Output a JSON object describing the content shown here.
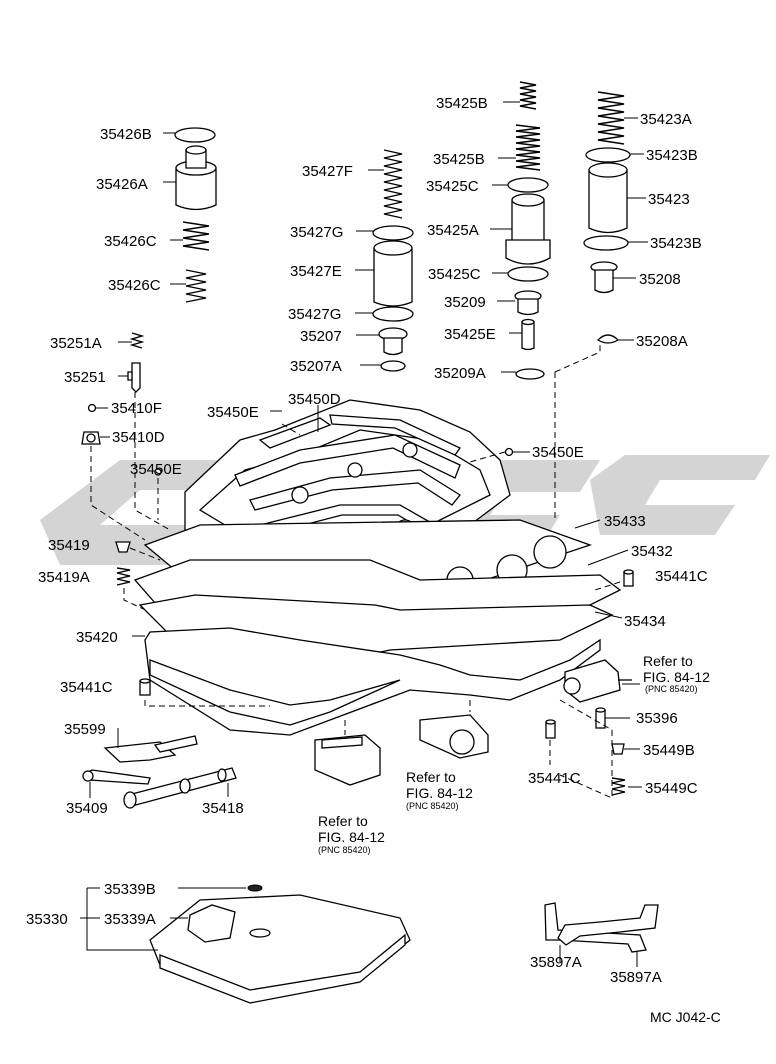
{
  "parts": {
    "p35426B": "35426B",
    "p35426A": "35426A",
    "p35426C_1": "35426C",
    "p35426C_2": "35426C",
    "p35427F": "35427F",
    "p35427G_1": "35427G",
    "p35427E": "35427E",
    "p35427G_2": "35427G",
    "p35207": "35207",
    "p35207A": "35207A",
    "p35425B_1": "35425B",
    "p35425B_2": "35425B",
    "p35425C_1": "35425C",
    "p35425A": "35425A",
    "p35425C_2": "35425C",
    "p35209": "35209",
    "p35425E": "35425E",
    "p35209A": "35209A",
    "p35423A": "35423A",
    "p35423B_1": "35423B",
    "p35423": "35423",
    "p35423B_2": "35423B",
    "p35208": "35208",
    "p35208A": "35208A",
    "p35251A": "35251A",
    "p35251": "35251",
    "p35410F": "35410F",
    "p35410D": "35410D",
    "p35450E_1": "35450E",
    "p35450D": "35450D",
    "p35450E_2": "35450E",
    "p35450E_3": "35450E",
    "p35433": "35433",
    "p35432": "35432",
    "p35419": "35419",
    "p35419A": "35419A",
    "p35441C_1": "35441C",
    "p35434": "35434",
    "p35420": "35420",
    "p35441C_2": "35441C",
    "p35396": "35396",
    "p35449B": "35449B",
    "p35441C_3": "35441C",
    "p35449C": "35449C",
    "p35599": "35599",
    "p35409": "35409",
    "p35418": "35418",
    "p35339B": "35339B",
    "p35330": "35330",
    "p35339A": "35339A",
    "p35897A_1": "35897A",
    "p35897A_2": "35897A"
  },
  "references": {
    "ref1_line1": "Refer to",
    "ref1_line2": "FIG. 84-12",
    "ref1_pnc": "(PNC 85420)",
    "ref2_line1": "Refer to",
    "ref2_line2": "FIG. 84-12",
    "ref2_pnc": "(PNC 85420)",
    "ref3_line1": "Refer to",
    "ref3_line2": "FIG. 84-12",
    "ref3_pnc": "(PNC 85420)"
  },
  "diagram_code": "MC J042-C"
}
